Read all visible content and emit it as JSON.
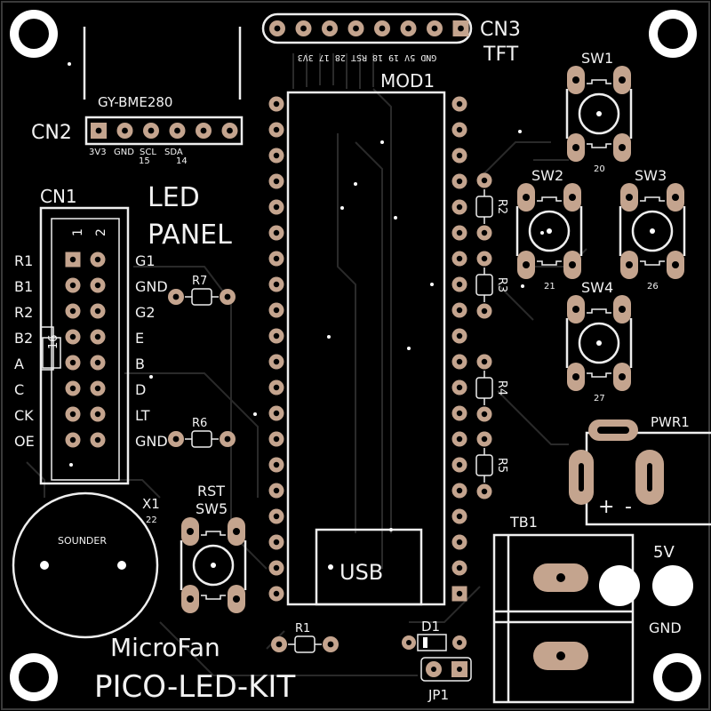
{
  "colors": {
    "board": "#000000",
    "silkscreen": "#f2f2f2",
    "pad": "#c4a48e",
    "trace": "#2a2a2a"
  },
  "title": {
    "line1": "MicroFan",
    "line2": "PICO-LED-KIT"
  },
  "cn3": {
    "ref": "CN3",
    "label": "TFT",
    "pins": "GND 5V 19 18 RST 28 17 3V3"
  },
  "mod1": {
    "ref": "MOD1",
    "usb": "USB"
  },
  "cn2": {
    "ref": "CN2",
    "module": "GY-BME280",
    "pin_labels": [
      "3V3",
      "GND",
      "SCL",
      "SDA"
    ],
    "pin_numbers": [
      "15",
      "14"
    ]
  },
  "cn1": {
    "ref": "CN1",
    "title": [
      "LED",
      "PANEL"
    ],
    "pin_marks": [
      "1",
      "2",
      "16"
    ],
    "left_labels": [
      "R1",
      "B1",
      "R2",
      "B2",
      "A",
      "C",
      "CK",
      "OE"
    ],
    "right_labels": [
      "G1",
      "GND",
      "G2",
      "E",
      "B",
      "D",
      "LT",
      "GND"
    ]
  },
  "resistors": [
    "R1",
    "R2",
    "R3",
    "R4",
    "R5",
    "R6",
    "R7"
  ],
  "switches": [
    {
      "ref": "SW1",
      "gpio": "20"
    },
    {
      "ref": "SW2",
      "gpio": "21"
    },
    {
      "ref": "SW3",
      "gpio": "26"
    },
    {
      "ref": "SW4",
      "gpio": "27"
    }
  ],
  "reset": {
    "label": "RST",
    "ref": "SW5"
  },
  "sounder": {
    "ref": "X1",
    "gpio": "22",
    "label": "SOUNDER"
  },
  "power": {
    "ref": "PWR1",
    "plus": "+",
    "minus": "-"
  },
  "terminal": {
    "ref": "TB1",
    "v5": "5V",
    "gnd": "GND"
  },
  "diode": {
    "ref": "D1"
  },
  "jumper": {
    "ref": "JP1"
  }
}
